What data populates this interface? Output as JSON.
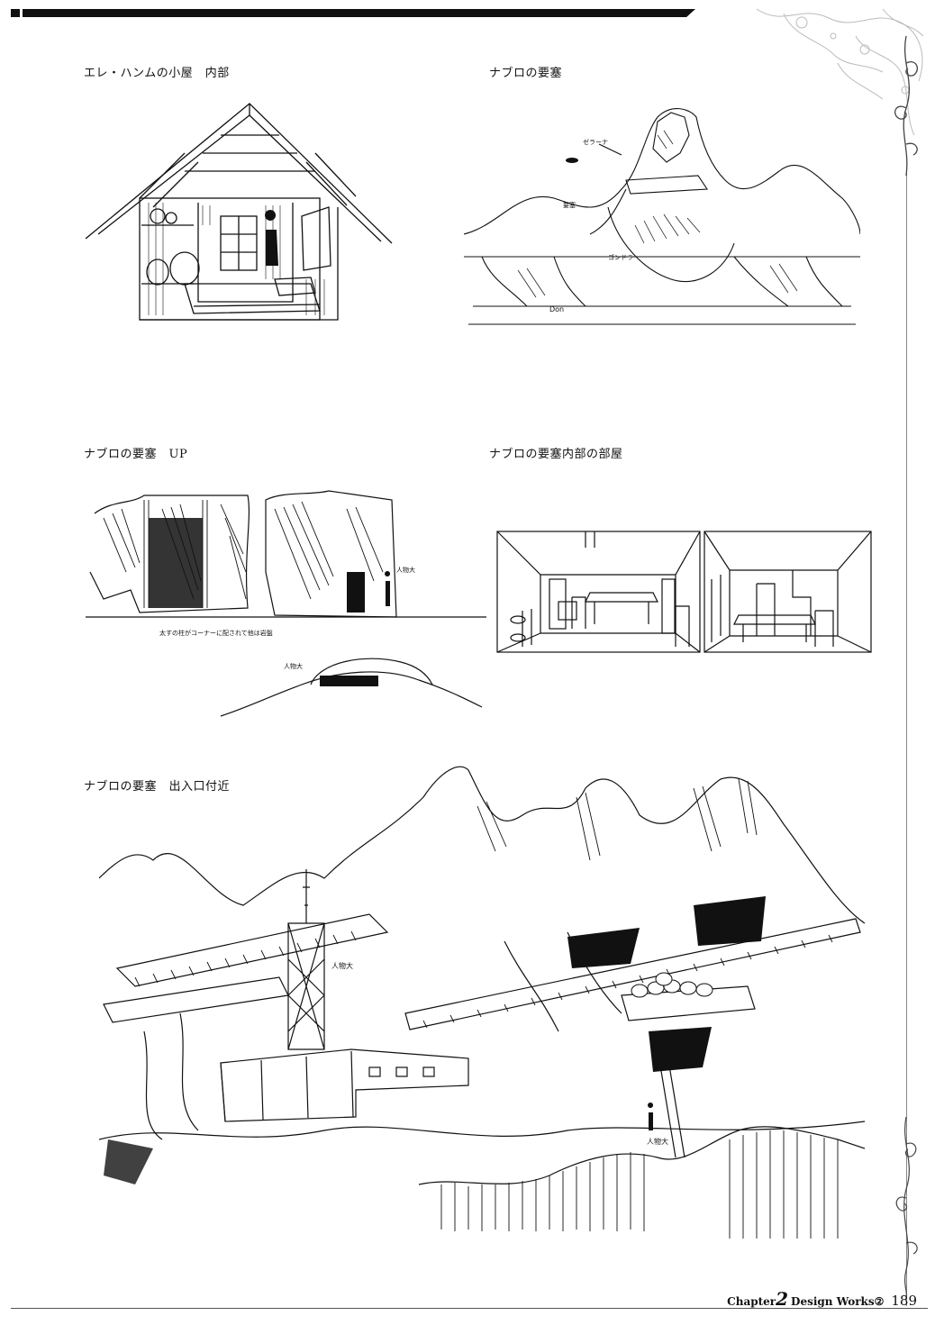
{
  "captions": {
    "hut_interior": "エレ・ハンムの小屋　内部",
    "fortress": "ナブロの要塞",
    "fortress_up": "ナブロの要塞　UP",
    "fortress_room": "ナブロの要塞内部の部屋",
    "fortress_entrance": "ナブロの要塞　出入口付近"
  },
  "annotations": {
    "fortress_a": "ゼラーナ",
    "fortress_b": "要塞",
    "fortress_c": "ゴンドラ",
    "fortress_d": "Don",
    "up_scale": "人物大",
    "up_note": "太すの柱がコーナーに配されて他は岩盤",
    "dome_scale": "人物大",
    "entrance_scale1": "人物大",
    "entrance_scale2": "人物大"
  },
  "footer": {
    "chapter": "Chapter",
    "chapter_num": "2",
    "section": "Design Works②",
    "page": "189"
  }
}
